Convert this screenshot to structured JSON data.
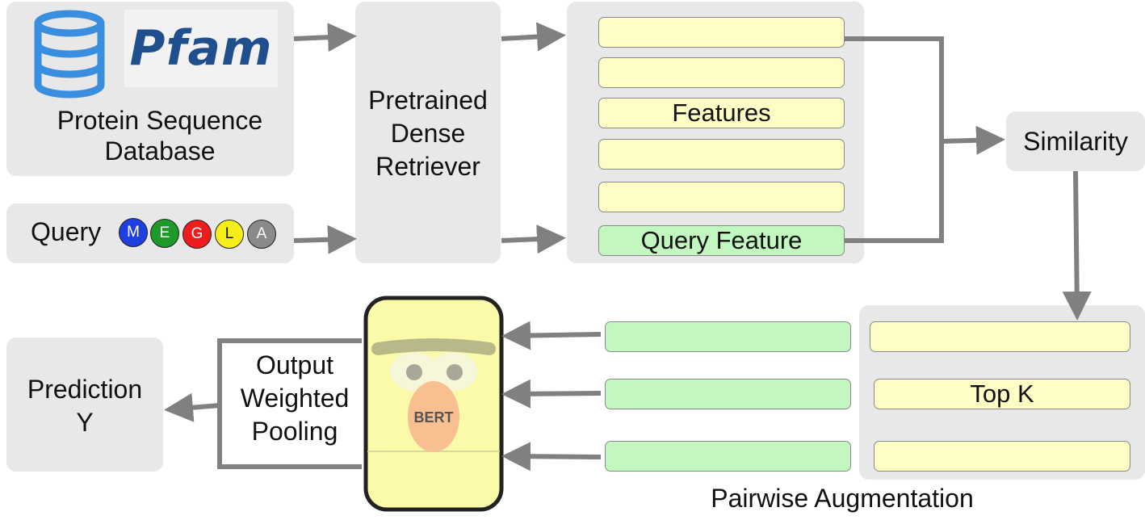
{
  "database": {
    "logo_text": "Pfam",
    "label_line1": "Protein Sequence",
    "label_line2": "Database",
    "icon": "database-icon"
  },
  "query": {
    "label": "Query",
    "residues": [
      {
        "letter": "M",
        "color": "#1f3fe0",
        "text_color": "#ffffff"
      },
      {
        "letter": "E",
        "color": "#1e9a2a",
        "text_color": "#ffffff"
      },
      {
        "letter": "G",
        "color": "#ee1c1c",
        "text_color": "#ffffff"
      },
      {
        "letter": "L",
        "color": "#f6ee1a",
        "text_color": "#111111"
      },
      {
        "letter": "A",
        "color": "#8a8a8a",
        "text_color": "#ffffff"
      }
    ]
  },
  "retriever": {
    "line1": "Pretrained",
    "line2": "Dense",
    "line3": "Retriever"
  },
  "features": {
    "label": "Features",
    "query_label": "Query Feature"
  },
  "similarity": {
    "label": "Similarity"
  },
  "topk": {
    "label": "Top K"
  },
  "pairwise": {
    "label": "Pairwise Augmentation"
  },
  "bert": {
    "label": "BERT"
  },
  "pooling": {
    "line1": "Output",
    "line2": "Weighted",
    "line3": "Pooling"
  },
  "prediction": {
    "line1": "Prediction",
    "line2": "Y"
  },
  "colors": {
    "panel": "#e8e8e8",
    "feature_yellow": "#fdfdc5",
    "feature_green": "#c2f8c0",
    "arrow": "#808080",
    "pfam_blue": "#1f4f8c",
    "db_icon_blue": "#3a8ee0"
  }
}
